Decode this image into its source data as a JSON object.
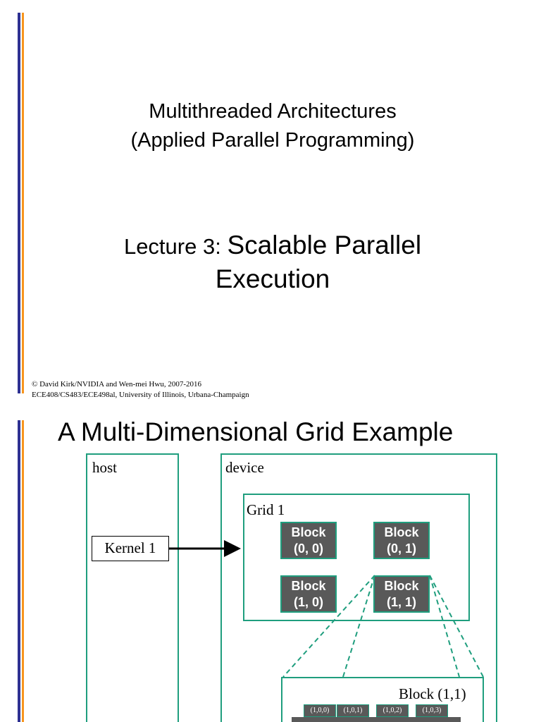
{
  "slide1": {
    "title_line1": "Multithreaded Architectures",
    "title_line2": "(Applied Parallel Programming)",
    "lecture_prefix": "Lecture 3: ",
    "lecture_title_line1": "Scalable Parallel",
    "lecture_title_line2": "Execution",
    "copyright_line1": "© David Kirk/NVIDIA and Wen-mei Hwu, 2007-2016",
    "copyright_line2": "ECE408/CS483/ECE498al, University of Illinois, Urbana-Champaign"
  },
  "slide2": {
    "title": "A Multi-Dimensional Grid Example",
    "host_label": "host",
    "device_label": "device",
    "grid_label": "Grid 1",
    "kernel_label": "Kernel 1",
    "blocks": [
      {
        "line1": "Block",
        "line2": "(0, 0)"
      },
      {
        "line1": "Block",
        "line2": "(0, 1)"
      },
      {
        "line1": "Block",
        "line2": "(1, 0)"
      },
      {
        "line1": "Block",
        "line2": "(1, 1)"
      }
    ],
    "block_detail_label": "Block (1,1)",
    "threads": [
      "(1,0,0)",
      "(1,0,1)",
      "(1,0,2)",
      "(1,0,3)"
    ]
  },
  "colors": {
    "accent_blue": "#2e3192",
    "accent_orange": "#f7941d",
    "box_green": "#1f9e7e",
    "block_gray": "#595959"
  }
}
